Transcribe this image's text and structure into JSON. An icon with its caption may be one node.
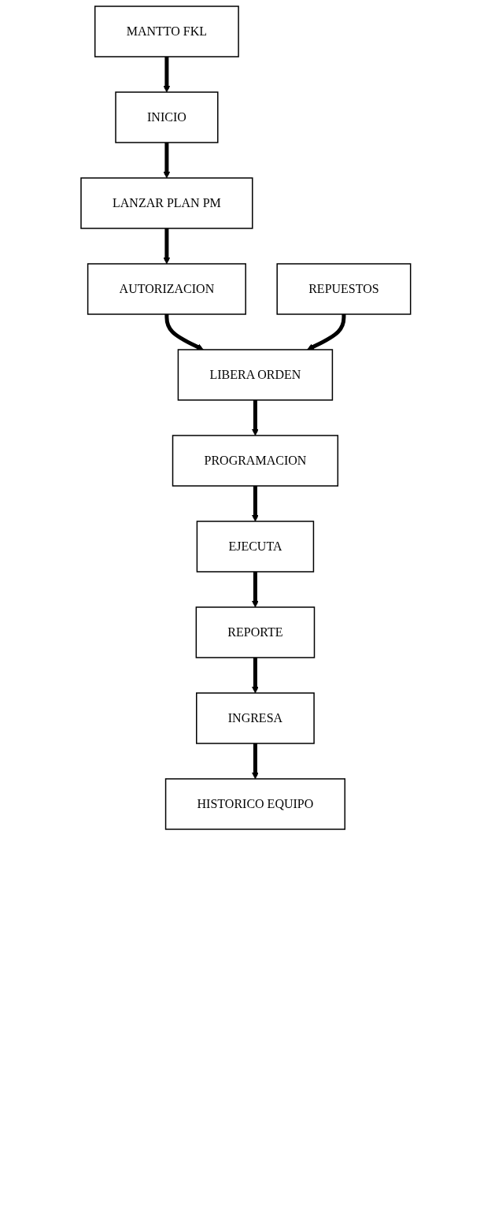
{
  "diagram": {
    "nodes": [
      {
        "text": [
          "MANTTO FKL"
        ]
      },
      {
        "text": [
          "INICIO"
        ]
      },
      {
        "text": [
          "LANZAR PLAN PM"
        ]
      },
      {
        "text": [
          "AUTORIZACION"
        ]
      },
      {
        "text": [
          "LIBERA ORDEN"
        ]
      },
      {
        "text": [
          "REPUESTOS"
        ]
      },
      {
        "text": [
          "PROGRAMACION"
        ]
      },
      {
        "text": [
          "EJECUTA"
        ]
      },
      {
        "text": [
          "REPORTE"
        ]
      },
      {
        "text": [
          "INGRESA"
        ]
      },
      {
        "text": [
          "HISTORICO EQUIPO"
        ]
      }
    ],
    "edges": [
      {
        "from": 0,
        "to": 1,
        "arrow": "to"
      },
      {
        "from": 1,
        "to": 2,
        "arrow": "to"
      },
      {
        "from": 2,
        "to": 3,
        "arrow": "to"
      },
      {
        "from": 3,
        "to": 4,
        "arrow": "to"
      },
      {
        "from": 5,
        "to": 4,
        "arrow": "to"
      },
      {
        "from": 4,
        "to": 6,
        "arrow": "to"
      },
      {
        "from": 6,
        "to": 7,
        "arrow": "to"
      },
      {
        "from": 7,
        "to": 8,
        "arrow": "to"
      },
      {
        "from": 8,
        "to": 9,
        "arrow": "to"
      },
      {
        "from": 9,
        "to": 10,
        "arrow": "to"
      }
    ]
  }
}
